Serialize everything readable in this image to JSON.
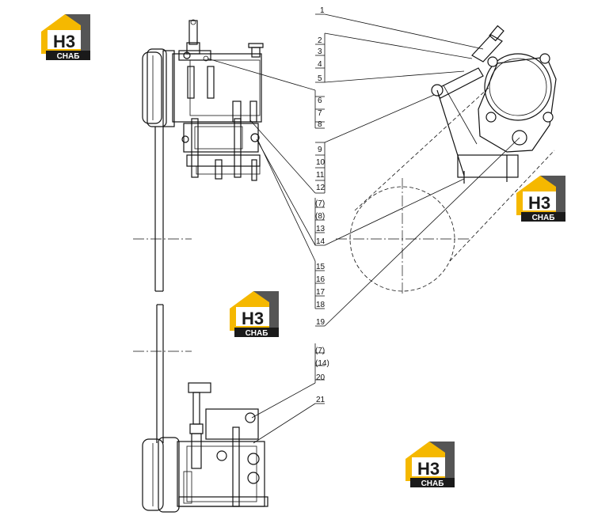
{
  "callouts": {
    "c1": "1",
    "c2": "2",
    "c3": "3",
    "c4": "4",
    "c5": "5",
    "c6": "6",
    "c7": "7",
    "c8": "8",
    "c9": "9",
    "c10": "10",
    "c11": "11",
    "c12": "12",
    "c7b": "(7)",
    "c8b": "(8)",
    "c13": "13",
    "c14": "14",
    "c15": "15",
    "c16": "16",
    "c17": "17",
    "c18": "18",
    "c19": "19",
    "c7c": "(7)",
    "c14b": "(14)",
    "c20": "20",
    "c21": "21"
  },
  "watermark": {
    "mark": "H3",
    "caption": "СНАБ"
  },
  "colors": {
    "logo_yellow": "#f5b800",
    "logo_dark": "#1a1a1a",
    "logo_house_shadow": "#555555",
    "line": "#111111"
  }
}
